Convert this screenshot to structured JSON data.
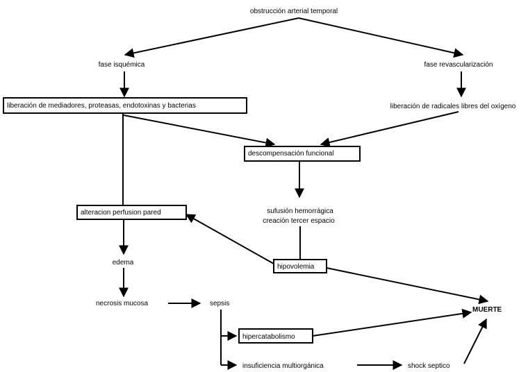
{
  "diagram": {
    "nodes": {
      "obstruccion": "obstrucción arterial temporal",
      "fase_isquemica": "fase isquémica",
      "fase_revascularizacion": "fase revascularización",
      "liberacion_mediadores": "liberación de mediadores, proteasas, endotoxinas y bacterias",
      "liberacion_radicales": "liberación de radicales libres del oxígeno",
      "descompensacion": "descompensación funcional",
      "sufusion_line1": "sufusión hemorrágica",
      "sufusion_line2": "creación tercer espacio",
      "alteracion_perfusion": "alteracion perfusion pared",
      "hipovolemia": "hipovolemia",
      "edema": "edema",
      "necrosis": "necrosis mucosa",
      "sepsis": "sepsis",
      "muerte": "MUERTE",
      "hipercatabolismo": "hipercatabolismo",
      "insuficiencia": "insuficiencia multiorgánica",
      "shock": "shock septico"
    }
  }
}
